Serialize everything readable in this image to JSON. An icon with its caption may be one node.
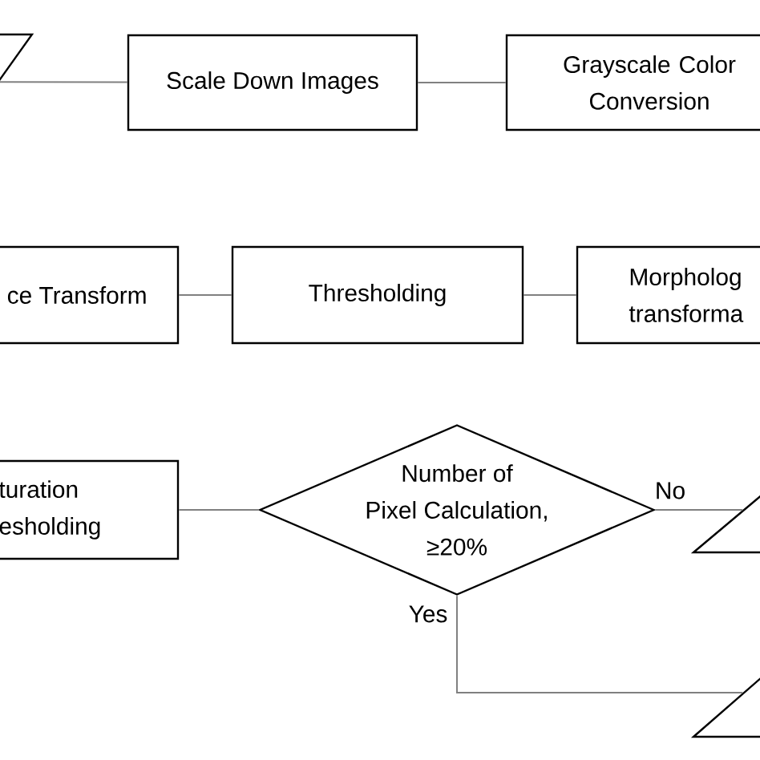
{
  "diagram": {
    "nodes": [
      {
        "text": [],
        "shape": "parallelogram"
      },
      {
        "text": [
          "Scale Down Images"
        ]
      },
      {
        "text": [
          "Grayscale Color Conversion"
        ]
      },
      {
        "text": [
          "ce Transform"
        ]
      },
      {
        "text": [
          "Thresholding"
        ]
      },
      {
        "text": [
          "Morpholog transforma"
        ]
      },
      {
        "text": [
          "turation esholding"
        ]
      },
      {
        "text": [
          "Number of Pixel Calculation, ≥20%"
        ]
      },
      {
        "text": [],
        "shape": "parallelogram"
      },
      {
        "text": [],
        "shape": "parallelogram"
      }
    ],
    "edges": [
      {
        "from": 0,
        "to": 1,
        "arrow": "none"
      },
      {
        "from": 1,
        "to": 2,
        "arrow": "none"
      },
      {
        "from": 3,
        "to": 4,
        "arrow": "none"
      },
      {
        "from": 4,
        "to": 5,
        "arrow": "none"
      },
      {
        "from": 6,
        "to": 7,
        "arrow": "none"
      },
      {
        "from": 7,
        "to": 8,
        "arrow": "none",
        "label": "No"
      },
      {
        "from": 7,
        "to": 9,
        "arrow": "none",
        "label": "Yes"
      }
    ]
  }
}
